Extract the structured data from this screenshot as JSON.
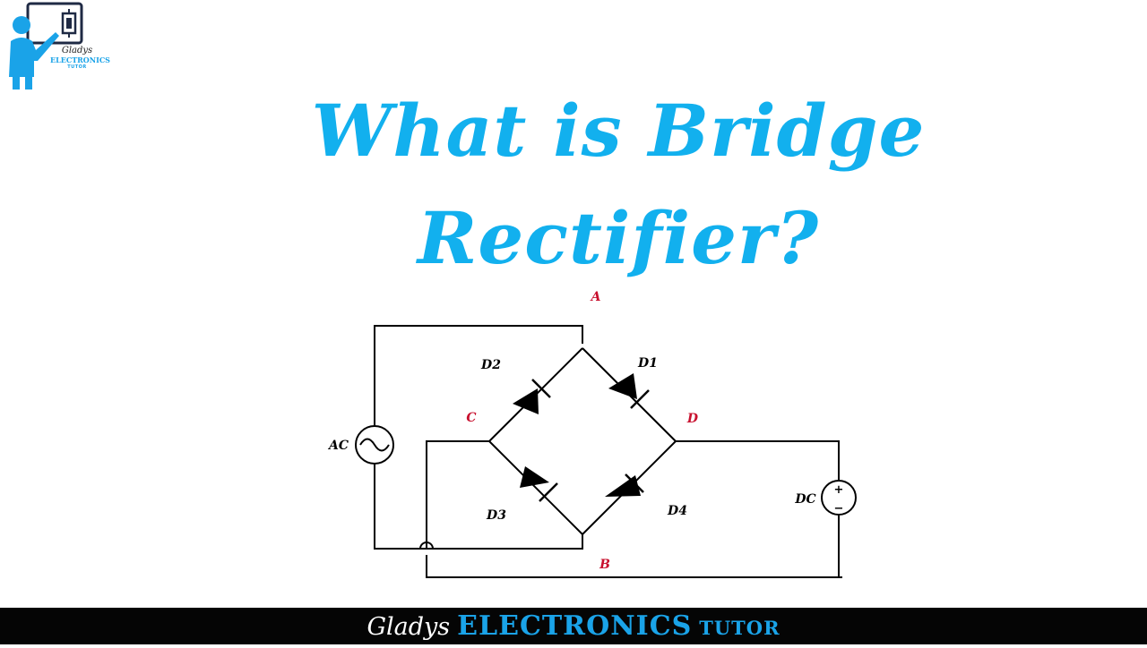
{
  "logo": {
    "cursive": "Gladys",
    "main": "ELECTRONICS",
    "sub": "TUTOR"
  },
  "title": {
    "line1": "What is Bridge",
    "line2": "Rectifier?"
  },
  "diagram": {
    "nodes": {
      "a": "A",
      "b": "B",
      "c": "C",
      "d": "D"
    },
    "diodes": {
      "d1": "D1",
      "d2": "D2",
      "d3": "D3",
      "d4": "D4"
    },
    "sources": {
      "ac": "AC",
      "dc": "DC",
      "plus": "+",
      "minus": "−"
    }
  },
  "footer": {
    "cursive": "Gladys",
    "main": "ELECTRONICS",
    "sub": "TUTOR"
  },
  "colors": {
    "title": "#12b0ee",
    "node_label": "#c8102e",
    "wire": "#000000",
    "footer_bg": "#050505",
    "brand_blue": "#1aa3e8"
  }
}
